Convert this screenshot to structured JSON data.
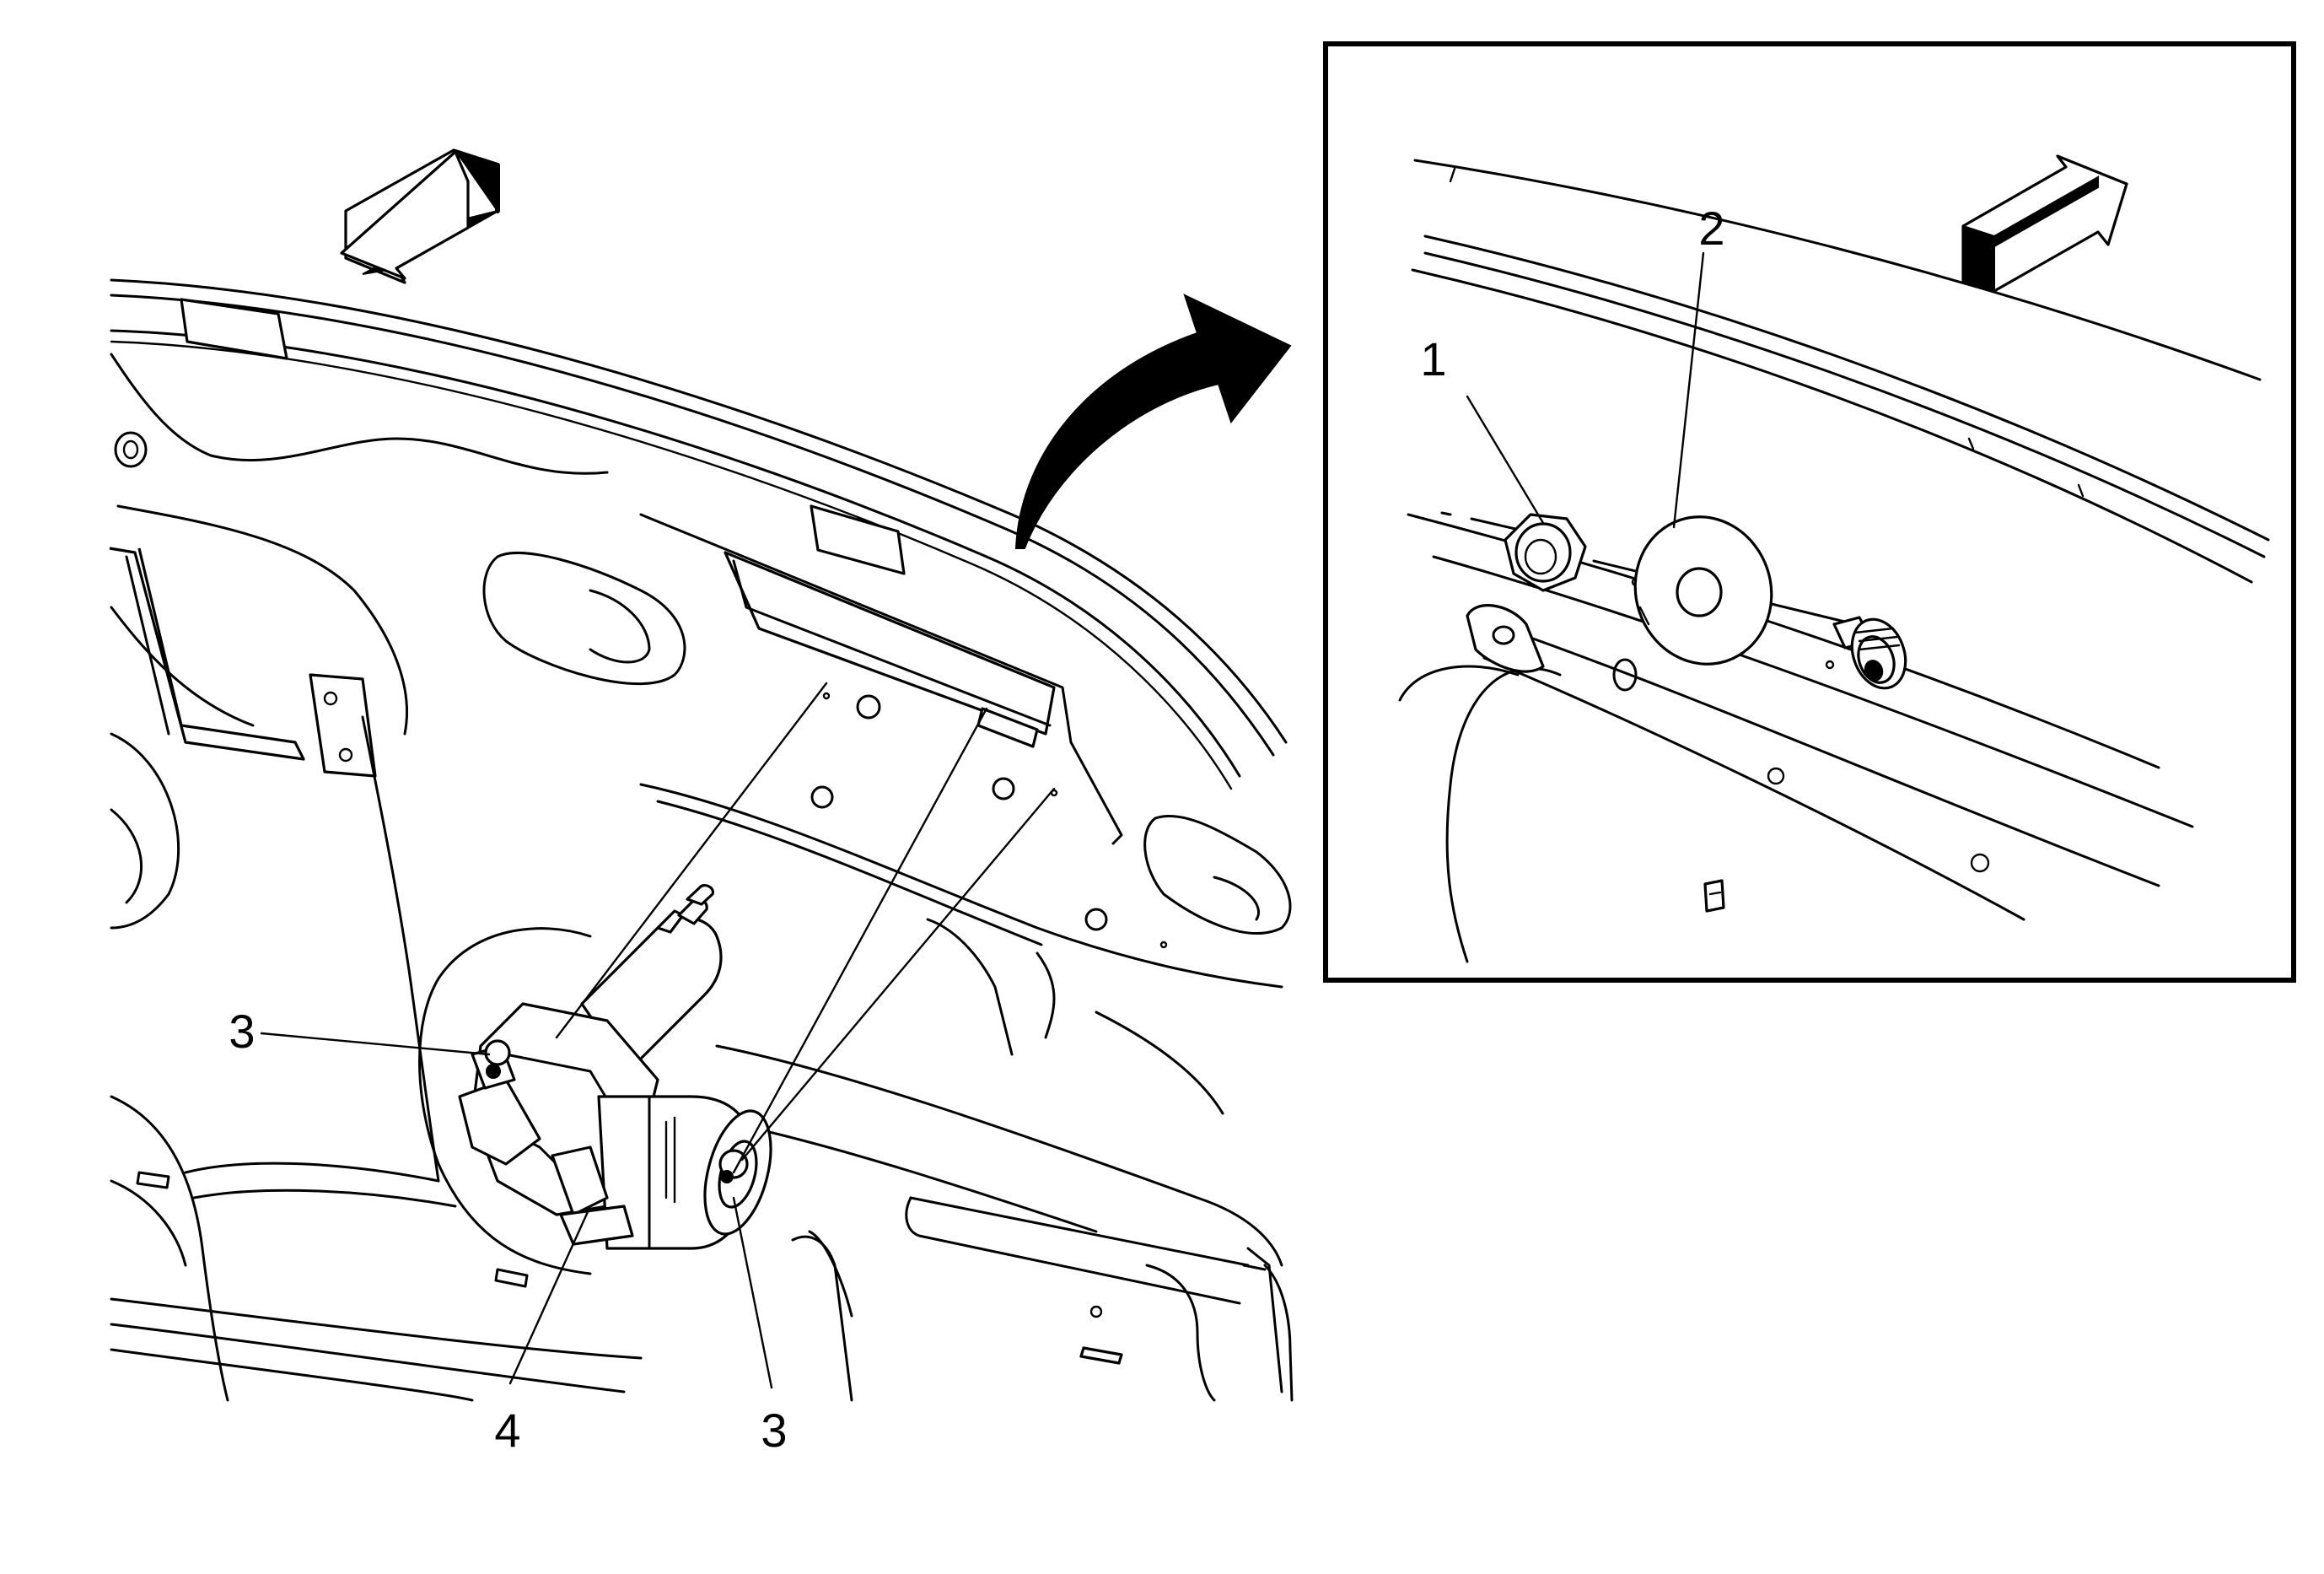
{
  "callouts": {
    "nut": "1",
    "washer": "2",
    "fastener_upper_left": "3",
    "fastener_lower_right": "3",
    "actuator": "4"
  },
  "colors": {
    "line": "#000000",
    "background": "#ffffff"
  },
  "icons": {
    "direction_arrow_main": "forward-direction-arrow-icon",
    "direction_arrow_detail": "forward-direction-arrow-icon",
    "detail_view_arrow": "curved-arrow-icon"
  }
}
